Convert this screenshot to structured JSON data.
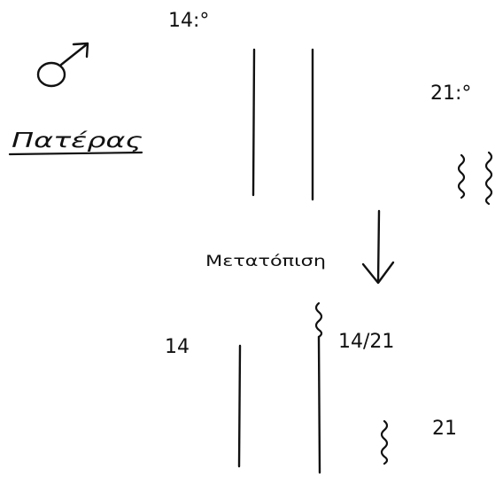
{
  "labels": {
    "chr14_top": "14:°",
    "chr21_top": "21:°",
    "title": "Πατέρας",
    "process": "Μετατόπιση",
    "chr14_bottom": "14",
    "chr14_21": "14/21",
    "chr21_bottom": "21"
  },
  "icons": {
    "male_symbol": "male-symbol-icon"
  },
  "colors": {
    "ink": "#111111",
    "background": "#ffffff"
  }
}
